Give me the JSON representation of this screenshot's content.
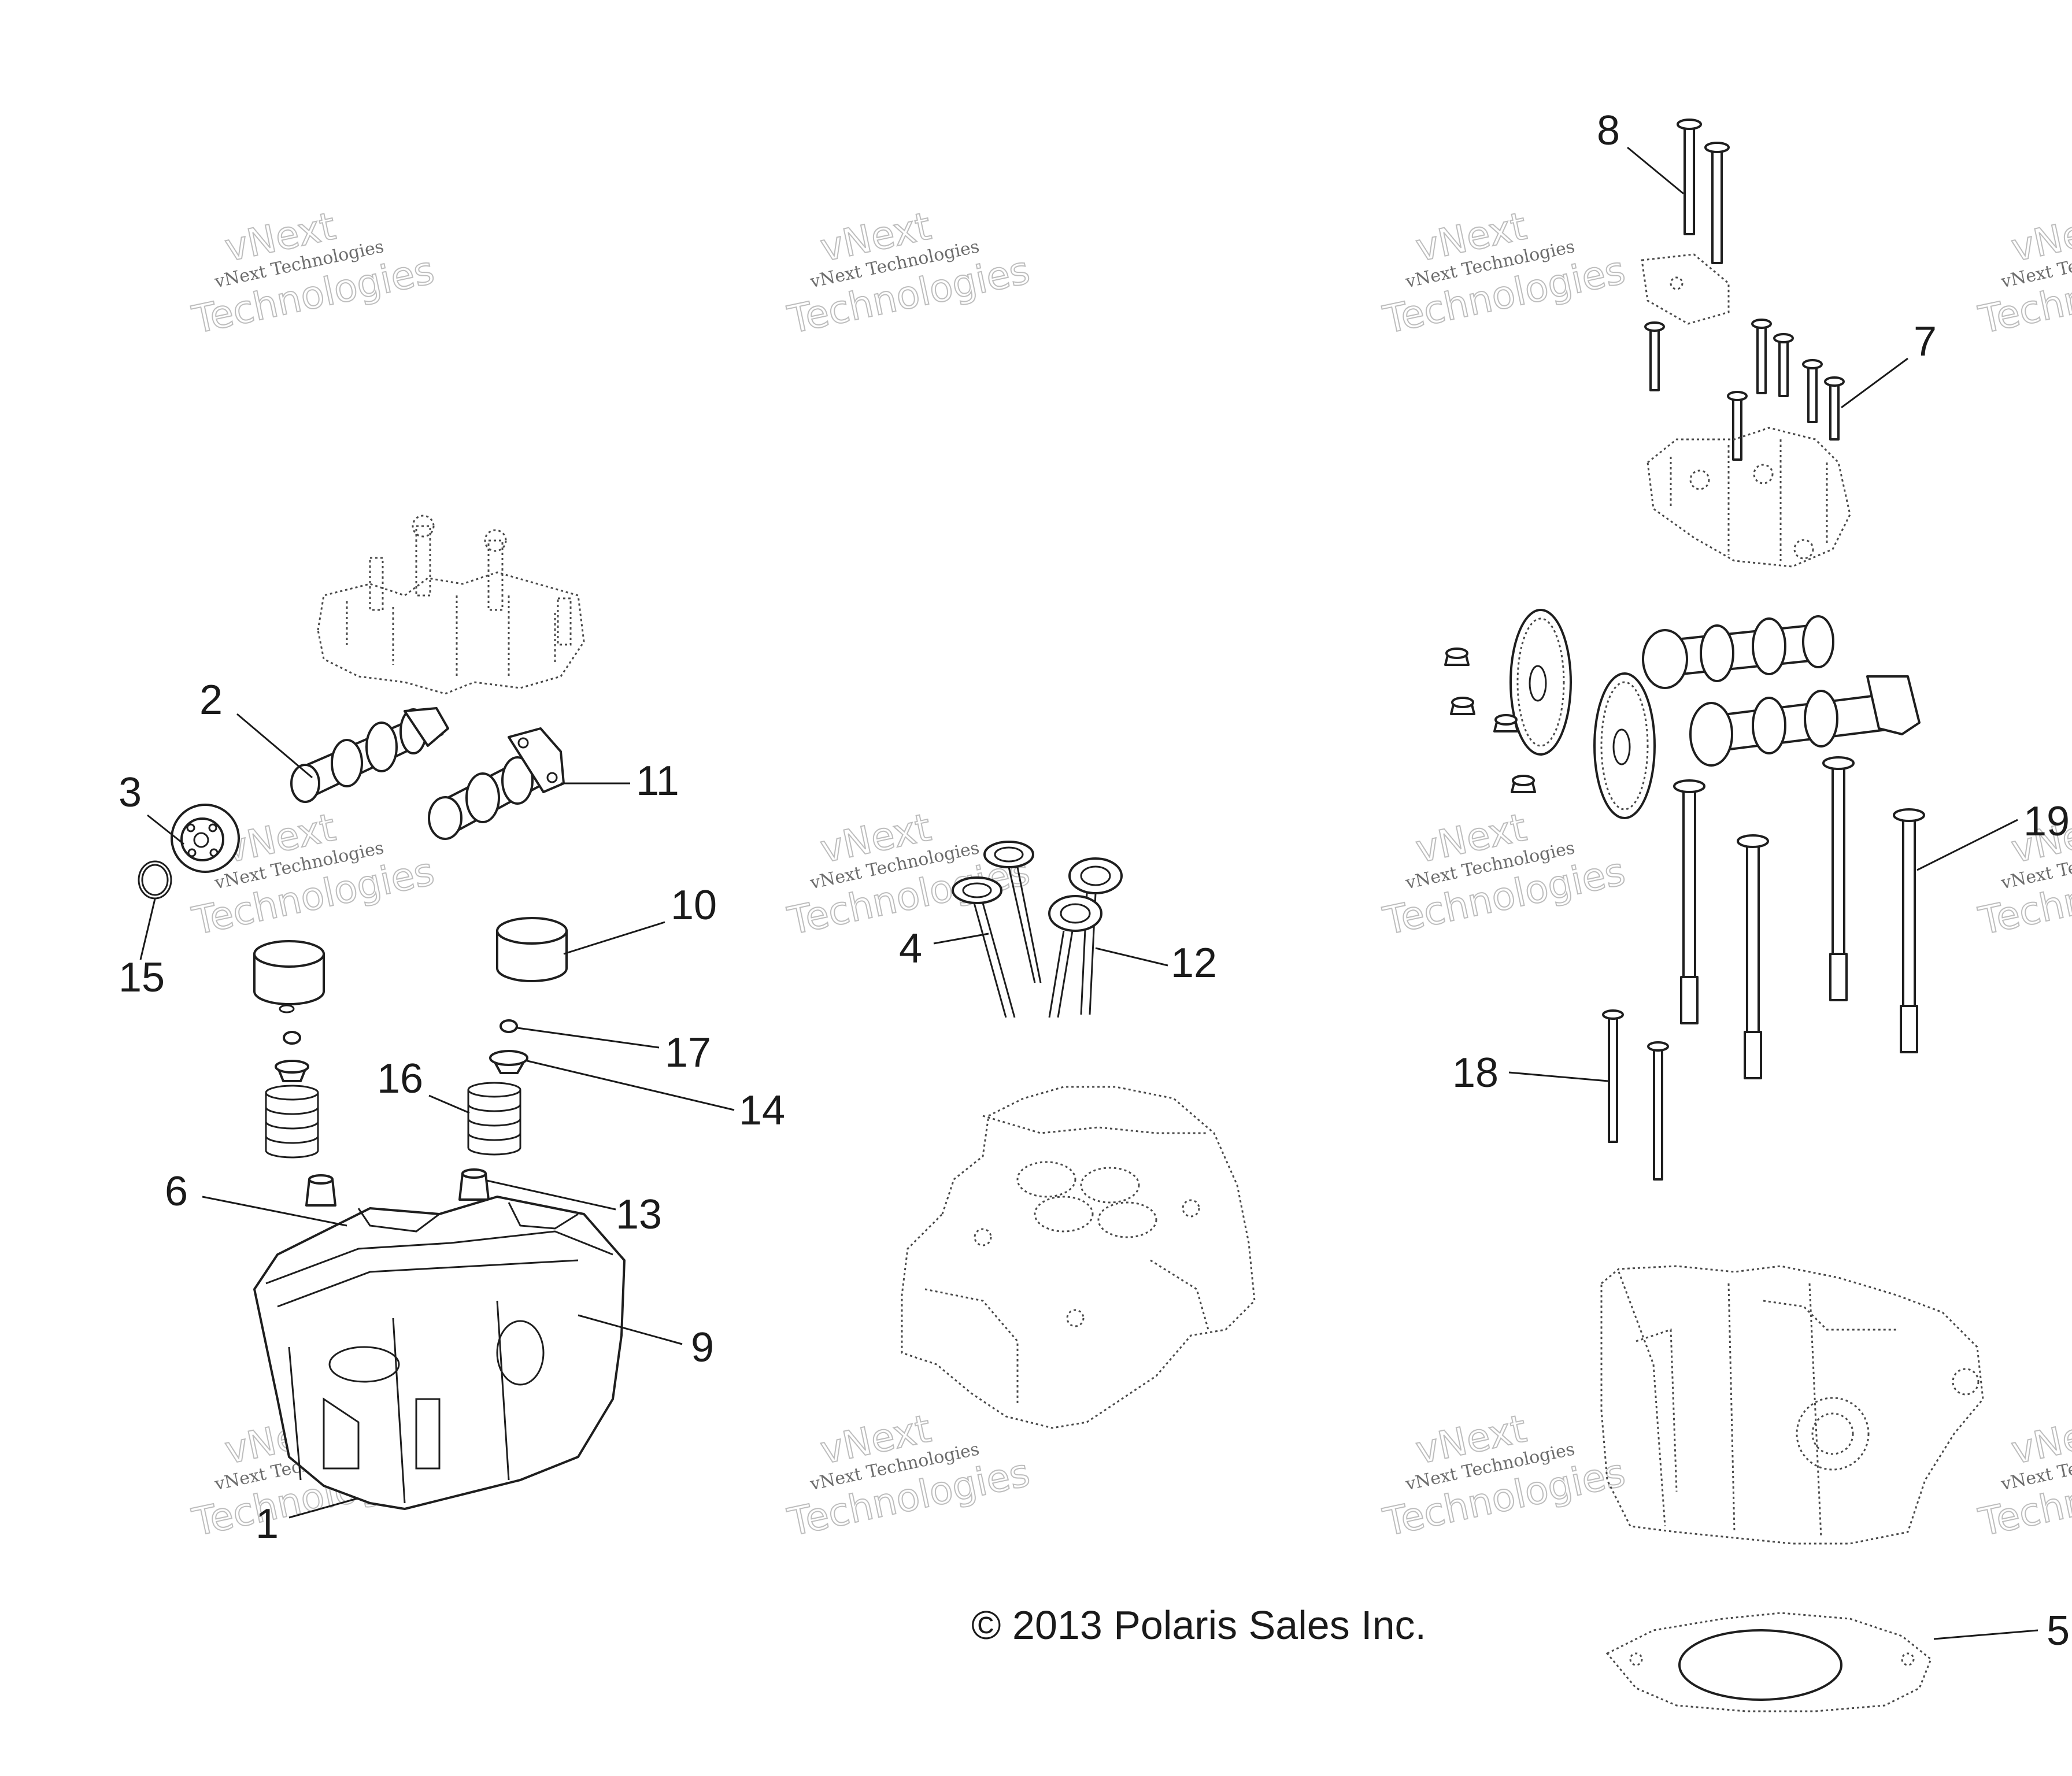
{
  "callouts": [
    "1",
    "2",
    "3",
    "4",
    "5",
    "6",
    "7",
    "8",
    "9",
    "10",
    "11",
    "12",
    "13",
    "14",
    "15",
    "16",
    "17",
    "18",
    "19"
  ],
  "copyright": "© 2013 Polaris Sales Inc.",
  "watermark": {
    "line1": "vNext Technologies",
    "line2": "Technologies",
    "line3": "vNext"
  }
}
